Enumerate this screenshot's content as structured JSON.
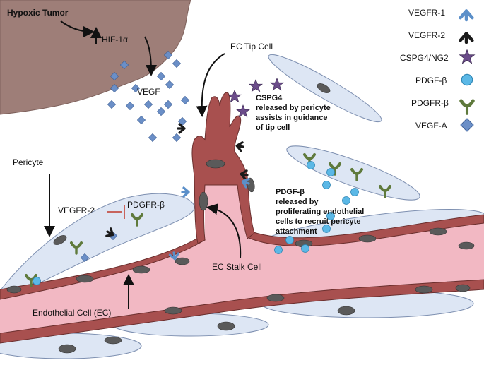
{
  "labels": {
    "hypoxic_tumor": "Hypoxic Tumor",
    "hif": "HIF-1α",
    "vegf": "VEGF",
    "ec_tip_cell": "EC Tip Cell",
    "pericyte": "Pericyte",
    "vegfr2_inline": "VEGFR-2",
    "pdgfrb_inline": "PDGFR-β",
    "ec_stalk_cell": "EC Stalk Cell",
    "endothelial_cell": "Endothelial Cell (EC)"
  },
  "annotations": {
    "cspg4": [
      "CSPG4",
      "released by pericyte",
      "assists in guidance",
      "of tip cell"
    ],
    "pdgfb": [
      "PDGF-β",
      "released by",
      "proliferating endothelial",
      "cells to recruit pericyte",
      "attachment"
    ]
  },
  "legend": [
    {
      "label": "VEGFR-1",
      "icon": "vegfr1-receptor-icon",
      "color": "#5b8fc9"
    },
    {
      "label": "VEGFR-2",
      "icon": "vegfr2-receptor-icon",
      "color": "#1a1a1a"
    },
    {
      "label": "CSPG4/NG2",
      "icon": "star-icon",
      "color": "#6b4c8a"
    },
    {
      "label": "PDGF-β",
      "icon": "circle-icon",
      "color": "#5bb8e6"
    },
    {
      "label": "PDGFR-β",
      "icon": "pdgfrb-receptor-icon",
      "color": "#5f7a3c"
    },
    {
      "label": "VEGF-A",
      "icon": "diamond-icon",
      "color": "#6b8fc7"
    }
  ],
  "colors": {
    "tumor": "#9e7e78",
    "vessel_lumen": "#f2b8c3",
    "endothelial": "#a8504f",
    "pericyte": "#dde6f4",
    "nucleus": "#5a5a5a"
  }
}
